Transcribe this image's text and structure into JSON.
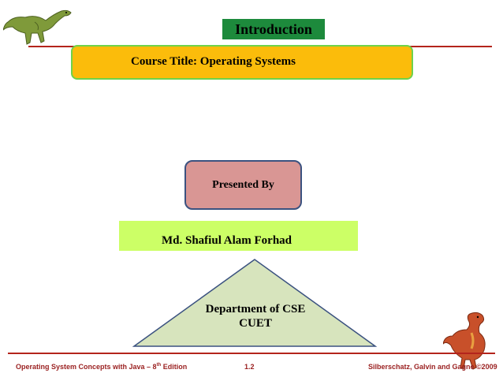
{
  "slide": {
    "title": "Introduction",
    "course_title": "Course Title:  Operating Systems",
    "presented_by": "Presented By",
    "presenter_name": "Md. Shafiul Alam Forhad",
    "department_line1": "Department of CSE",
    "department_line2": "CUET"
  },
  "footer": {
    "book_prefix": "Operating System Concepts  with Java – 8",
    "book_sup": "th",
    "book_suffix": " Edition",
    "page_number": "1.2",
    "copyright": "Silberschatz, Galvin and Gagne ©2009"
  },
  "icons": {
    "top_left": "dinosaur-icon",
    "bottom_right": "dinosaur-icon"
  },
  "colors": {
    "rule": "#b4241c",
    "title_bg": "#1d8a3c",
    "course_bg": "#fbbc0b",
    "presented_bg": "#d99694",
    "name_bg": "#ccff66",
    "triangle_fill": "#d7e4bd",
    "footer_text": "#9b2222"
  }
}
